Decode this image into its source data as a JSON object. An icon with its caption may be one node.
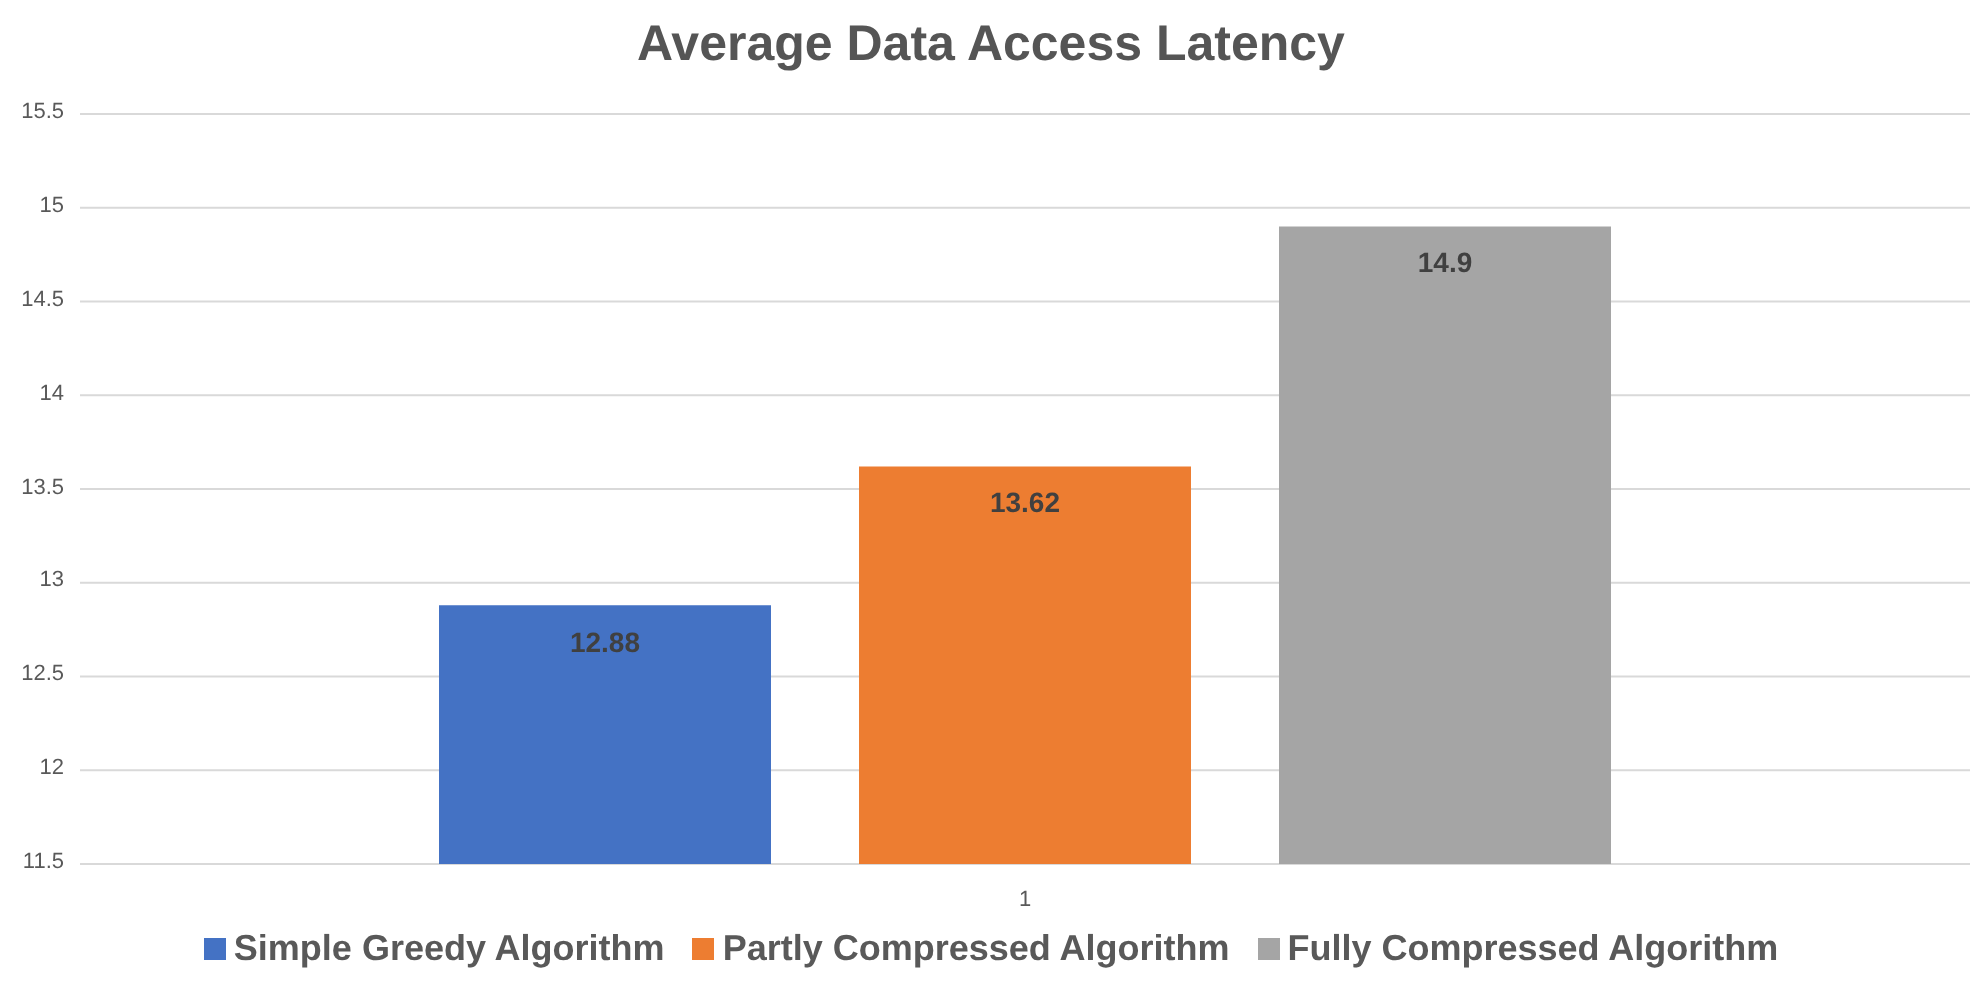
{
  "diagram": {
    "chart_data": {
      "type": "bar",
      "title": "Average Data Access Latency",
      "categories": [
        "1"
      ],
      "series": [
        {
          "name": "Simple Greedy Algorithm",
          "color": "#4472c4",
          "values": [
            12.88
          ]
        },
        {
          "name": "Partly Compressed Algorithm",
          "color": "#ed7d31",
          "values": [
            13.62
          ]
        },
        {
          "name": "Fully Compressed Algorithm",
          "color": "#a5a5a5",
          "values": [
            14.9
          ]
        }
      ],
      "ylim": [
        11.5,
        15.5
      ],
      "yticks": [
        11.5,
        12,
        12.5,
        13,
        13.5,
        14,
        14.5,
        15,
        15.5
      ],
      "data_labels": true,
      "grid": "y",
      "legend": "bottom"
    }
  }
}
